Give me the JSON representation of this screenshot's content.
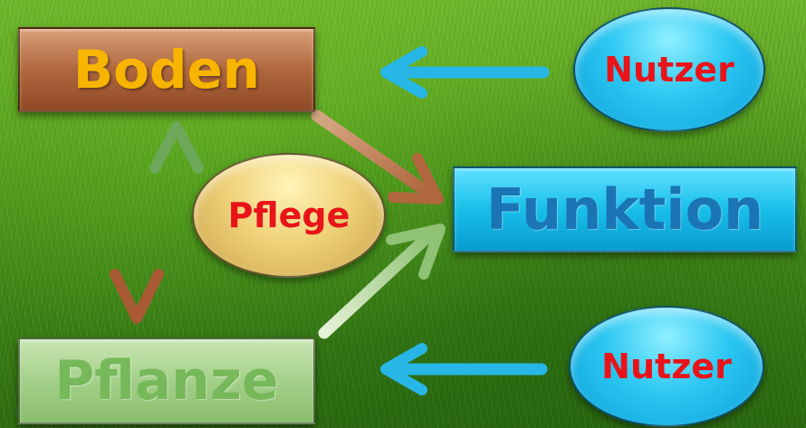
{
  "nodes": {
    "boden": "Boden",
    "pflanze": "Pflanze",
    "funktion": "Funktion",
    "pflege": "Pflege",
    "nutzer_top": "Nutzer",
    "nutzer_bottom": "Nutzer"
  },
  "colors": {
    "boden_fill": "#b0673e",
    "boden_text": "#f7b500",
    "pflanze_fill": "#a4d08a",
    "pflanze_text": "#76b85a",
    "funktion_fill": "#19bfe9",
    "funktion_text": "#1b74b4",
    "nutzer_fill": "#2cc7f2",
    "pflege_fill": "#efd27a",
    "oval_text": "#e8141a",
    "arrow_brown": "#b77a55",
    "arrow_green": "#a7cf8a",
    "arrow_blue": "#27b6e6",
    "background": "#4f9a1c"
  },
  "edges": [
    {
      "from": "boden",
      "to": "pflanze",
      "color": "brown"
    },
    {
      "from": "pflanze",
      "to": "boden",
      "color": "green"
    },
    {
      "from": "boden",
      "to": "funktion",
      "color": "brown"
    },
    {
      "from": "pflanze",
      "to": "funktion",
      "color": "green"
    },
    {
      "from": "nutzer_top",
      "to": "boden",
      "color": "blue"
    },
    {
      "from": "nutzer_bottom",
      "to": "pflanze",
      "color": "blue"
    }
  ]
}
